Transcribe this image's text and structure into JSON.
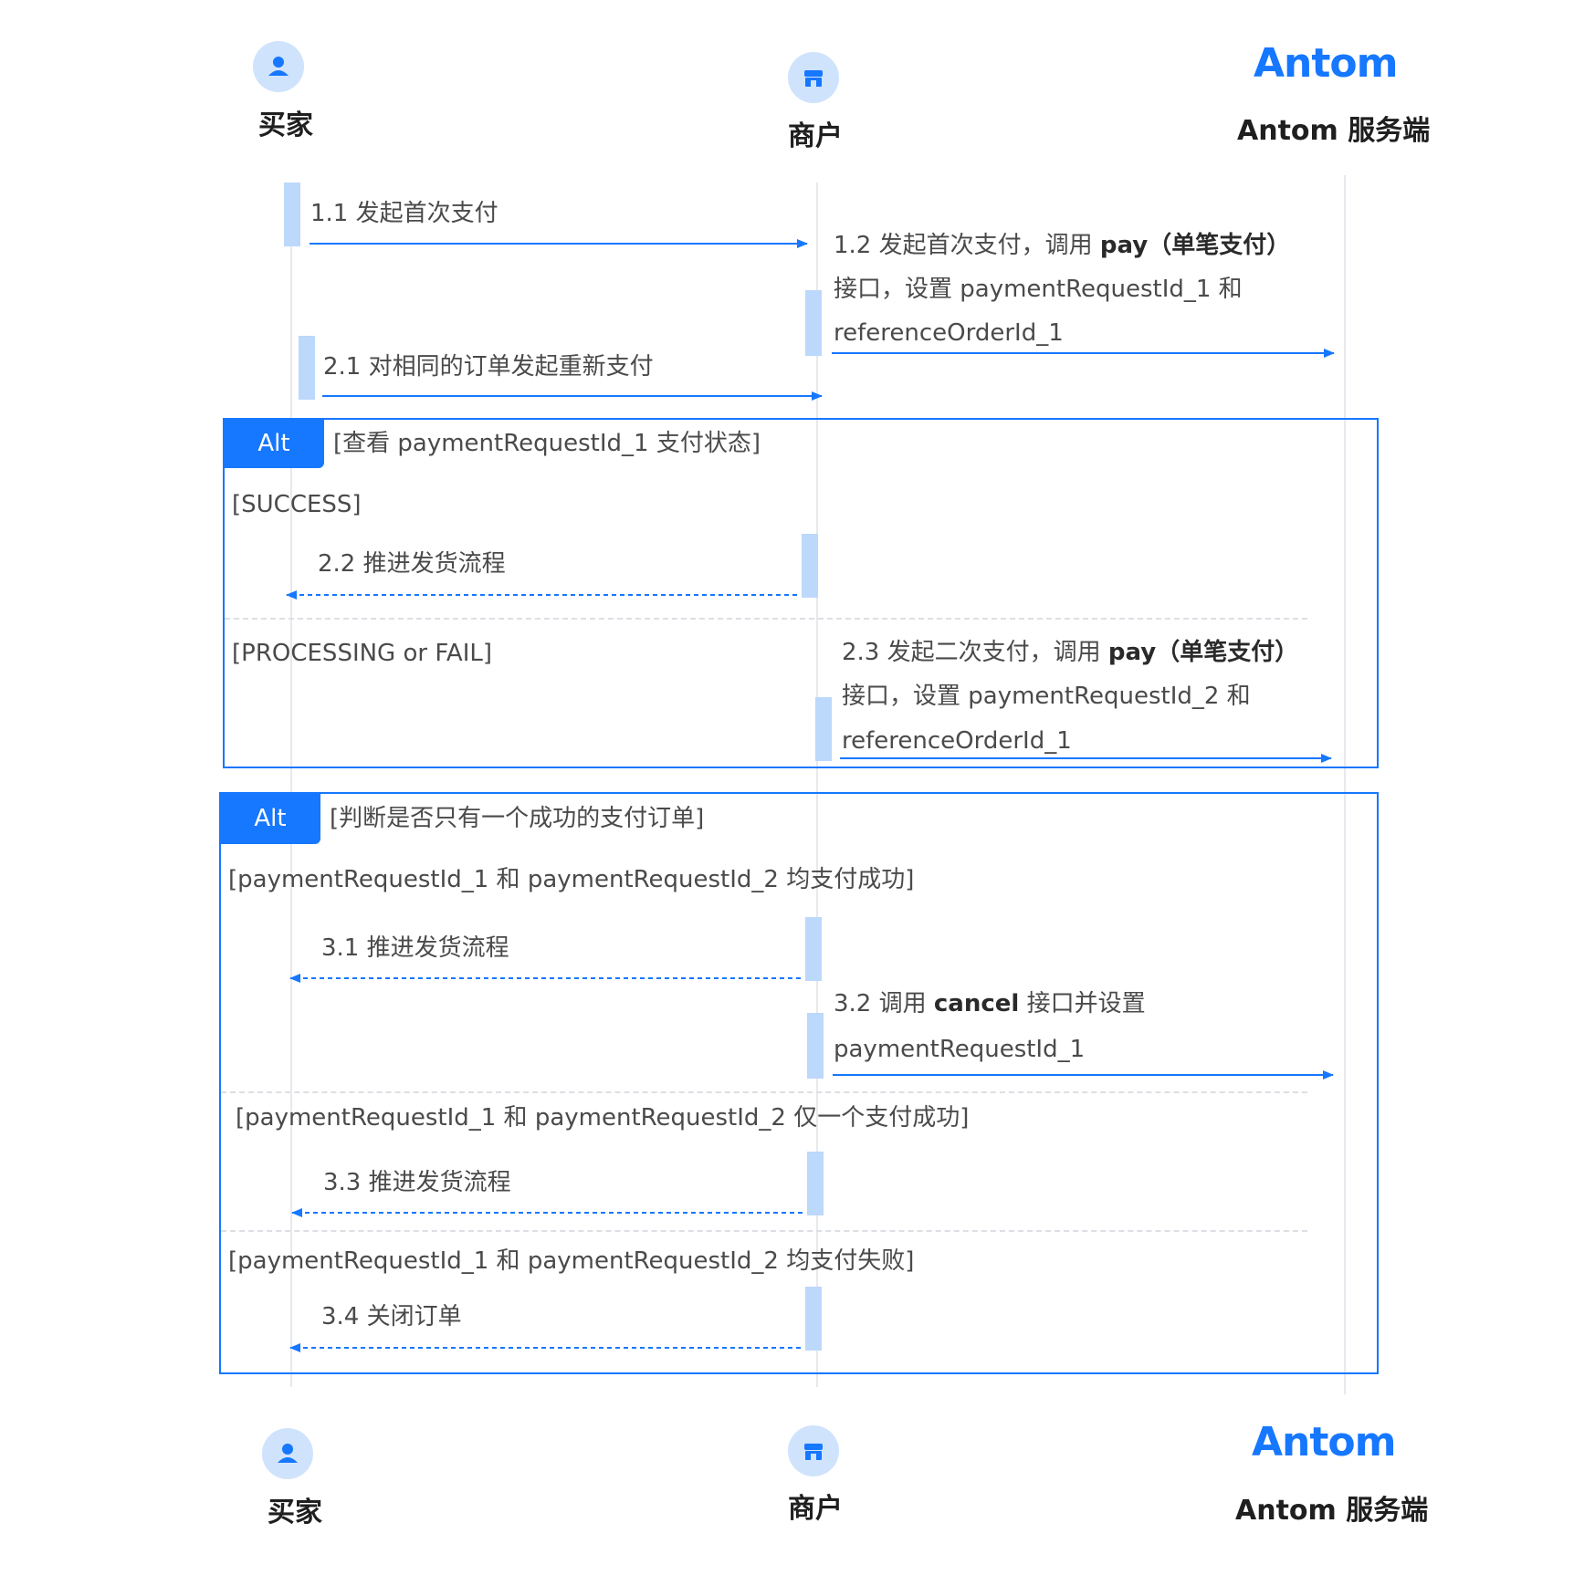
{
  "participants": {
    "buyer": "买家",
    "merchant": "商户",
    "antom": "Antom 服务端",
    "antom_logo": "Antom",
    "buyer_icon": "user-icon",
    "merchant_icon": "store-icon"
  },
  "messages": {
    "m1_1": "1.1 发起首次支付",
    "m1_2_a": "1.2 发起首次支付，调用 ",
    "m1_2_b": "pay（单笔支付）",
    "m1_2_line2": "接口，设置 paymentRequestId_1 和",
    "m1_2_line3": "referenceOrderId_1",
    "m2_1": "2.1 对相同的订单发起重新支付",
    "m2_2": "2.2 推进发货流程",
    "m2_3_a": "2.3 发起二次支付，调用 ",
    "m2_3_b": "pay（单笔支付）",
    "m2_3_line2": "接口，设置 paymentRequestId_2 和",
    "m2_3_line3": "referenceOrderId_1",
    "m3_1": "3.1 推进发货流程",
    "m3_2_a": "3.2 调用 ",
    "m3_2_b": "cancel",
    "m3_2_c": " 接口并设置",
    "m3_2_line2": "paymentRequestId_1",
    "m3_3": "3.3 推进发货流程",
    "m3_4": "3.4 关闭订单"
  },
  "alt1": {
    "tab": "Alt",
    "condition": "[查看 paymentRequestId_1 支付状态]",
    "guard1": "[SUCCESS]",
    "guard2": "[PROCESSING or FAIL]"
  },
  "alt2": {
    "tab": "Alt",
    "condition": "[判断是否只有一个成功的支付订单]",
    "guard1": "[paymentRequestId_1 和 paymentRequestId_2 均支付成功]",
    "guard2": "[paymentRequestId_1 和 paymentRequestId_2 仅一个支付成功]",
    "guard3": "[paymentRequestId_1 和 paymentRequestId_2 均支付失败]"
  },
  "colors": {
    "accent": "#1677ff",
    "activation": "#bcd8fb",
    "lifeline": "#e6e9ee"
  }
}
